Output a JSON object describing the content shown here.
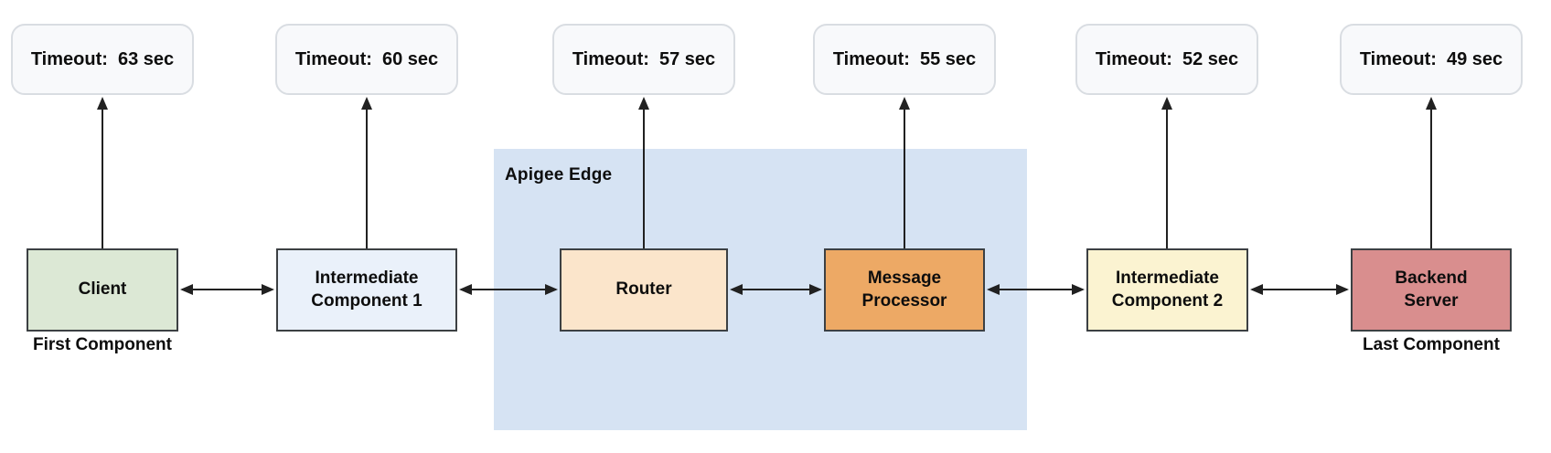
{
  "group": {
    "label": "Apigee Edge",
    "fill": "#d6e3f3"
  },
  "components": [
    {
      "name": "client",
      "label": "Client",
      "timeout_label": "Timeout:  63 sec",
      "timeout_seconds": 63,
      "caption": "First Component",
      "fill": "#dce8d5",
      "in_group": false
    },
    {
      "name": "intermediate-component-1",
      "label": "Intermediate\nComponent 1",
      "timeout_label": "Timeout:  60 sec",
      "timeout_seconds": 60,
      "fill": "#eaf1fa",
      "in_group": false
    },
    {
      "name": "router",
      "label": "Router",
      "timeout_label": "Timeout:  57 sec",
      "timeout_seconds": 57,
      "fill": "#fbe5cb",
      "in_group": true
    },
    {
      "name": "message-processor",
      "label": "Message\nProcessor",
      "timeout_label": "Timeout:  55 sec",
      "timeout_seconds": 55,
      "fill": "#eda965",
      "in_group": true
    },
    {
      "name": "intermediate-component-2",
      "label": "Intermediate\nComponent 2",
      "timeout_label": "Timeout:  52 sec",
      "timeout_seconds": 52,
      "fill": "#fbf3d1",
      "in_group": false
    },
    {
      "name": "backend-server",
      "label": "Backend\nServer",
      "timeout_label": "Timeout:  49 sec",
      "timeout_seconds": 49,
      "caption": "Last Component",
      "fill": "#d98e8e",
      "in_group": false
    }
  ],
  "colors": {
    "background": "#ffffff",
    "node_border": "#3c4043",
    "callout_fill": "#f8f9fb",
    "callout_border": "#d9dde2",
    "arrow": "#212121",
    "text": "#0d0d0d",
    "group_fill": "#d6e3f3"
  }
}
